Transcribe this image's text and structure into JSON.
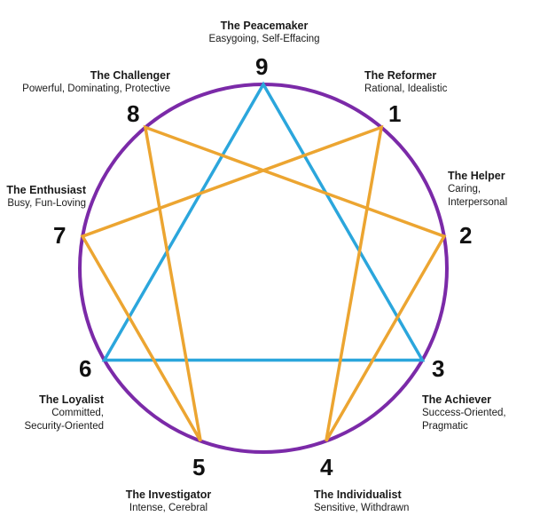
{
  "colors": {
    "circle": "#7b2aa8",
    "triangle": "#2ba6dc",
    "hexad": "#eca531",
    "text": "#1a1a1a"
  },
  "points": [
    {
      "number": "9",
      "title": "The Peacemaker",
      "desc": [
        "Easygoing, Self-Effacing"
      ]
    },
    {
      "number": "1",
      "title": "The Reformer",
      "desc": [
        "Rational, Idealistic"
      ]
    },
    {
      "number": "2",
      "title": "The Helper",
      "desc": [
        "Caring,",
        "Interpersonal"
      ]
    },
    {
      "number": "3",
      "title": "The Achiever",
      "desc": [
        "Success-Oriented,",
        "Pragmatic"
      ]
    },
    {
      "number": "4",
      "title": "The Individualist",
      "desc": [
        "Sensitive, Withdrawn"
      ]
    },
    {
      "number": "5",
      "title": "The Investigator",
      "desc": [
        "Intense, Cerebral"
      ]
    },
    {
      "number": "6",
      "title": "The Loyalist",
      "desc": [
        "Committed,",
        "Security-Oriented"
      ]
    },
    {
      "number": "7",
      "title": "The Enthusiast",
      "desc": [
        "Busy, Fun-Loving"
      ]
    },
    {
      "number": "8",
      "title": "The Challenger",
      "desc": [
        "Powerful, Dominating, Protective"
      ]
    }
  ],
  "connections": {
    "triangle": [
      "9",
      "3",
      "6",
      "9"
    ],
    "hexad": [
      "1",
      "4",
      "2",
      "8",
      "5",
      "7",
      "1"
    ]
  }
}
